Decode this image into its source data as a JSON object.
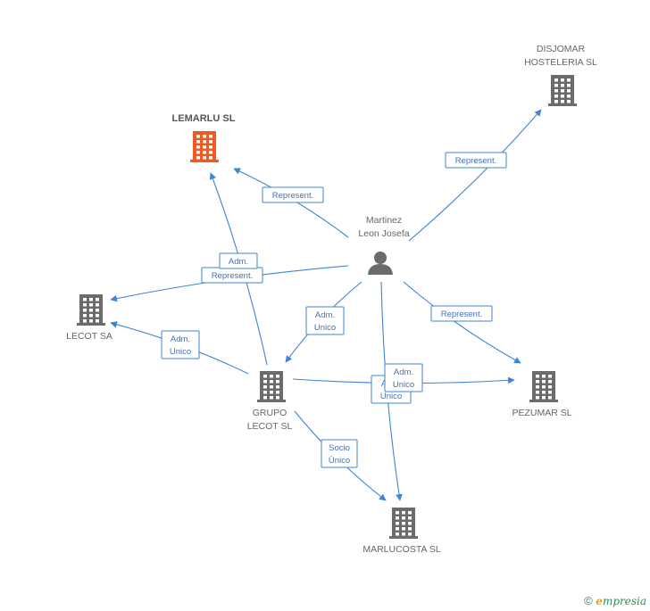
{
  "nodes": {
    "disjomar": {
      "label": [
        "DISJOMAR",
        "HOSTELERIA SL"
      ],
      "kind": "company"
    },
    "lemarlu": {
      "label": [
        "LEMARLU SL"
      ],
      "kind": "company-highlight"
    },
    "martinez": {
      "label": [
        "Martinez",
        "Leon Josefa"
      ],
      "kind": "person"
    },
    "lecot_sa": {
      "label": [
        "LECOT SA"
      ],
      "kind": "company"
    },
    "grupo_lecot": {
      "label": [
        "GRUPO",
        "LECOT SL"
      ],
      "kind": "company"
    },
    "pezumar": {
      "label": [
        "PEZUMAR SL"
      ],
      "kind": "company"
    },
    "marlucosta": {
      "label": [
        "MARLUCOSTA SL"
      ],
      "kind": "company"
    }
  },
  "edges": [
    {
      "id": "m-disjomar",
      "from": "martinez",
      "to": "disjomar",
      "label": [
        "Represent."
      ]
    },
    {
      "id": "m-lemarlu",
      "from": "martinez",
      "to": "lemarlu",
      "label": [
        "Represent."
      ]
    },
    {
      "id": "m-lecotsa",
      "from": "martinez",
      "to": "lecot_sa",
      "label": [
        "Represent."
      ]
    },
    {
      "id": "m-grupo",
      "from": "martinez",
      "to": "grupo_lecot",
      "label": [
        "Adm.",
        "Unico"
      ]
    },
    {
      "id": "m-pezumar",
      "from": "martinez",
      "to": "pezumar",
      "label": [
        "Represent."
      ]
    },
    {
      "id": "m-marlucosta",
      "from": "martinez",
      "to": "marlucosta",
      "label": [
        "Adm.",
        "Unico"
      ]
    },
    {
      "id": "g-lemarlu",
      "from": "grupo_lecot",
      "to": "lemarlu",
      "label": [
        "Adm."
      ]
    },
    {
      "id": "g-lecotsa",
      "from": "grupo_lecot",
      "to": "lecot_sa",
      "label": [
        "Adm.",
        "Unico"
      ]
    },
    {
      "id": "g-pezumar",
      "from": "grupo_lecot",
      "to": "pezumar",
      "label": [
        "Adm.",
        "Unico"
      ]
    },
    {
      "id": "g-marlucosta",
      "from": "grupo_lecot",
      "to": "marlucosta",
      "label": [
        "Socio",
        "Único"
      ]
    }
  ],
  "colors": {
    "edge": "#3f84d6",
    "company_icon": "#6b6b6b",
    "highlight_icon": "#f05a24",
    "person_icon": "#6b6b6b"
  },
  "footer": {
    "copyright": "©",
    "brand_initial": "e",
    "brand_rest": "mpresia"
  }
}
